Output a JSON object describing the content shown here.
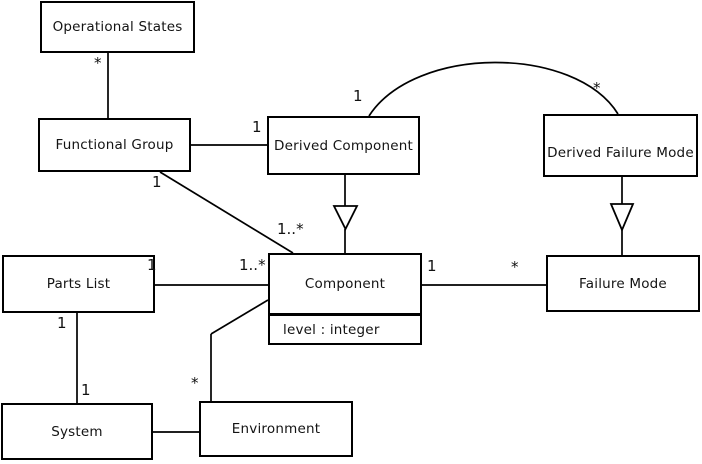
{
  "diagram": {
    "kind": "uml-class-diagram",
    "colors": {
      "line": "#000000",
      "background": "#ffffff",
      "text": "#131313"
    },
    "classes": {
      "operational_states": {
        "name": "Operational States"
      },
      "functional_group": {
        "name": "Functional Group"
      },
      "derived_component": {
        "name": "Derived Component"
      },
      "derived_failure_mode": {
        "name": "Derived Failure Mode"
      },
      "parts_list": {
        "name": "Parts List"
      },
      "component": {
        "name": "Component",
        "attribute": "level : integer"
      },
      "failure_mode": {
        "name": "Failure Mode"
      },
      "system": {
        "name": "System"
      },
      "environment": {
        "name": "Environment"
      }
    },
    "multiplicity_labels": {
      "os_star": "*",
      "fg_dc_one": "1",
      "fg_one": "1",
      "fg_comp_many": "1..*",
      "arc_one": "1",
      "arc_star": "*",
      "pl_one": "1",
      "pl_comp_many": "1..*",
      "pl_sys_one": "1",
      "sys_one": "1",
      "env_star": "*",
      "comp_fm_one": "1",
      "comp_fm_star": "*"
    },
    "relations": [
      {
        "from": "Operational States",
        "to": "Functional Group",
        "type": "association",
        "from_multiplicity": "*"
      },
      {
        "from": "Functional Group",
        "to": "Derived Component",
        "type": "association",
        "to_multiplicity": "1"
      },
      {
        "from": "Functional Group",
        "to": "Component",
        "type": "association",
        "from_multiplicity": "1",
        "to_multiplicity": "1..*"
      },
      {
        "from": "Derived Component",
        "to": "Derived Failure Mode",
        "type": "association",
        "from_multiplicity": "1",
        "to_multiplicity": "*"
      },
      {
        "from": "Derived Component",
        "to": "Component",
        "type": "generalization"
      },
      {
        "from": "Derived Failure Mode",
        "to": "Failure Mode",
        "type": "generalization"
      },
      {
        "from": "Parts List",
        "to": "Component",
        "type": "association",
        "from_multiplicity": "1",
        "to_multiplicity": "1..*"
      },
      {
        "from": "Parts List",
        "to": "System",
        "type": "association",
        "from_multiplicity": "1",
        "to_multiplicity": "1"
      },
      {
        "from": "System",
        "to": "Environment",
        "type": "association"
      },
      {
        "from": "Environment",
        "to": "Component",
        "type": "association",
        "from_multiplicity": "*"
      },
      {
        "from": "Component",
        "to": "Failure Mode",
        "type": "association",
        "from_multiplicity": "1",
        "to_multiplicity": "*"
      }
    ]
  }
}
